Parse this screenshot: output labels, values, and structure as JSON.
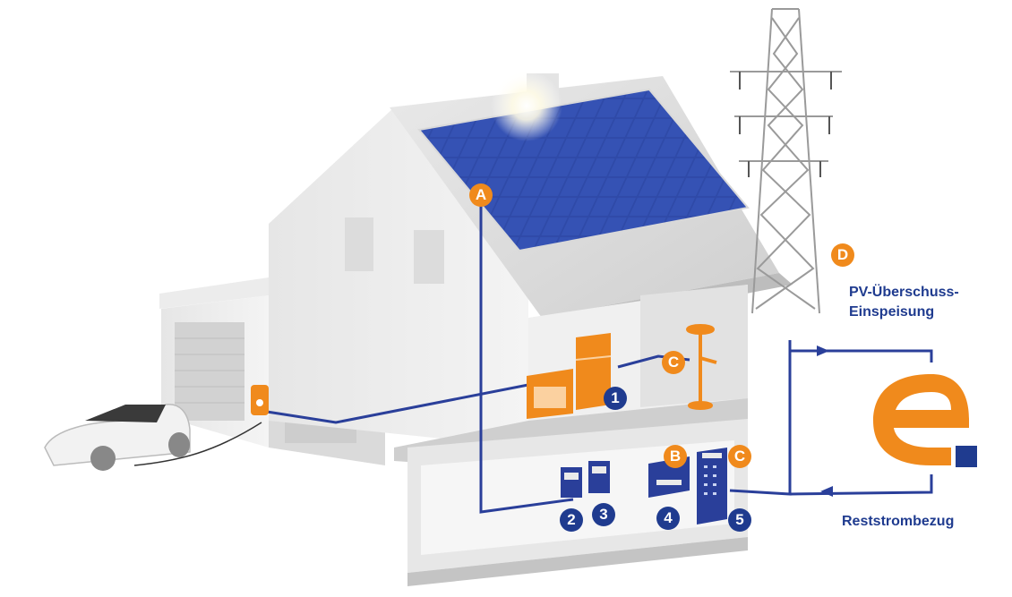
{
  "badges": {
    "A": "A",
    "B": "B",
    "C1": "C",
    "C2": "C",
    "D": "D",
    "n1": "1",
    "n2": "2",
    "n3": "3",
    "n4": "4",
    "n5": "5"
  },
  "labels": {
    "feed_in_line1": "PV-Überschuss-",
    "feed_in_line2": "Einspeisung",
    "residual": "Reststrombezug"
  },
  "colors": {
    "orange": "#f08a1c",
    "blue": "#1f3b8f",
    "panel": "#2c3f9a"
  },
  "icons": [
    "solar-panel-icon",
    "power-pylon-icon",
    "electric-car-icon",
    "wallbox-icon",
    "stove-icon",
    "fridge-icon",
    "floor-lamp-icon",
    "meter-icon",
    "inverter-icon",
    "battery-storage-icon",
    "e-logo-icon"
  ]
}
